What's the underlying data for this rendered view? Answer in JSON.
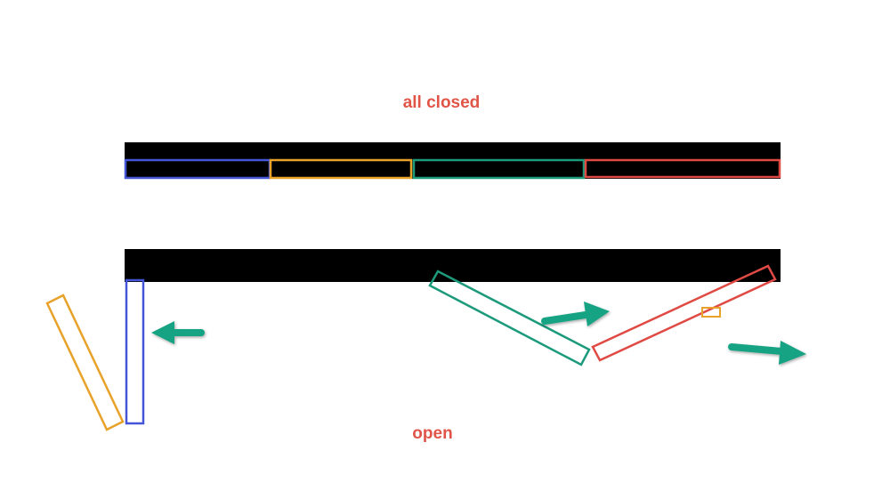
{
  "labels": {
    "closed_caption": "all closed",
    "open_caption": "open"
  },
  "colors": {
    "caption": "#e05548",
    "bar": "#000000",
    "arrow": "#18a383",
    "panel_blue": "#4455d8",
    "panel_orange": "#e8a22a",
    "panel_green": "#1c9a7c",
    "panel_red": "#e04a44",
    "background": "#ffffff"
  },
  "states": [
    {
      "name": "all-closed",
      "panels": [
        "blue",
        "orange",
        "green",
        "red"
      ]
    },
    {
      "name": "open",
      "panels": [
        "blue",
        "orange",
        "green",
        "red"
      ]
    }
  ]
}
